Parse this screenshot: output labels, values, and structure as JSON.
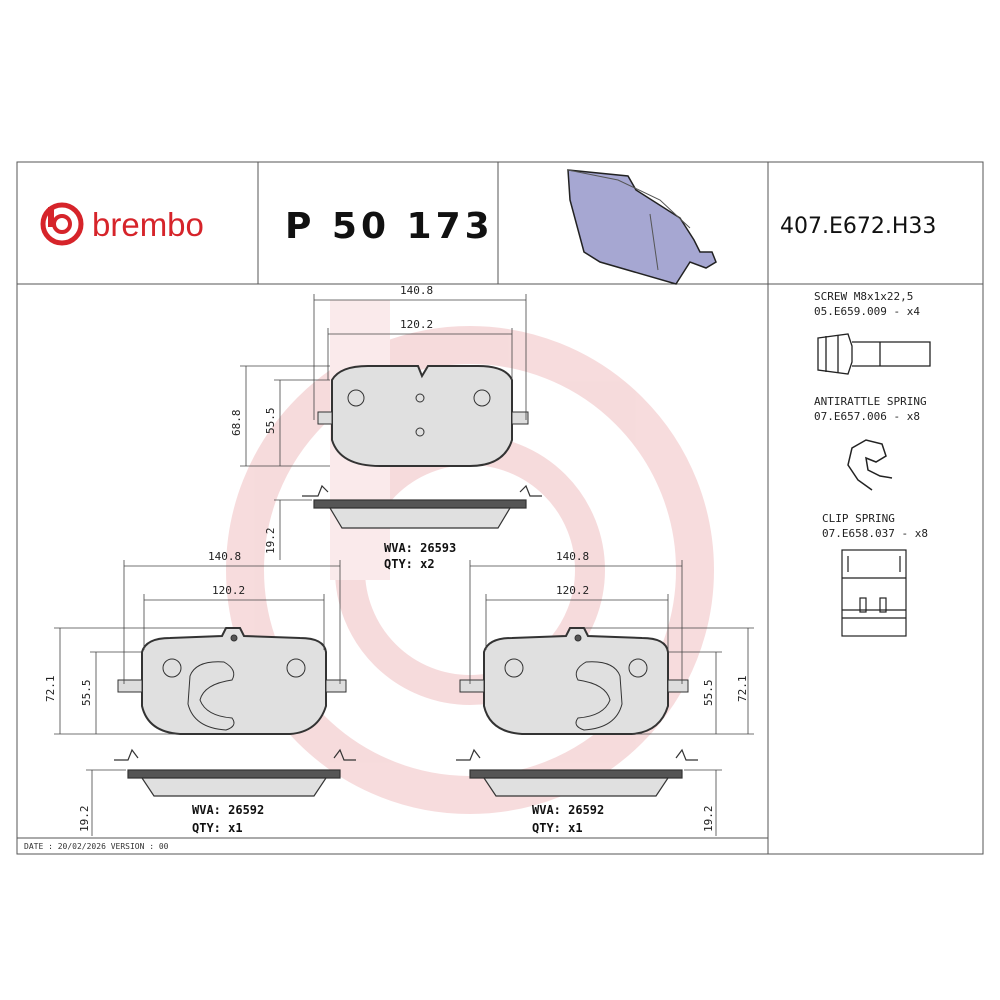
{
  "header": {
    "brand": "brembo",
    "part_number": "P 50 173",
    "reference": "407.E672.H33"
  },
  "colors": {
    "brand_red": "#d6242a",
    "watermark": "#f3c9cb",
    "pad_fill": "#e0e0e0",
    "pad_dark": "#5a5a5a",
    "thumbnail_fill": "#a6a7d2",
    "line": "#333333"
  },
  "drawings": {
    "top": {
      "dim_overall_width": "140.8",
      "dim_friction_width": "120.2",
      "dim_overall_height": "68.8",
      "dim_friction_height": "55.5",
      "dim_thickness": "19.2",
      "wva_label": "WVA: 26593",
      "qty_label": "QTY: x2"
    },
    "left": {
      "dim_overall_width": "140.8",
      "dim_friction_width": "120.2",
      "dim_overall_height": "72.1",
      "dim_friction_height": "55.5",
      "dim_thickness": "19.2",
      "wva_label": "WVA: 26592",
      "qty_label": "QTY: x1"
    },
    "right": {
      "dim_overall_width": "140.8",
      "dim_friction_width": "120.2",
      "dim_overall_height": "72.1",
      "dim_friction_height": "55.5",
      "dim_thickness": "19.2",
      "wva_label": "WVA: 26592",
      "qty_label": "QTY: x1"
    }
  },
  "accessories": [
    {
      "name": "SCREW M8x1x22,5",
      "code": "05.E659.009 - x4",
      "icon": "screw-icon"
    },
    {
      "name": "ANTIRATTLE SPRING",
      "code": "07.E657.006 - x8",
      "icon": "spring-icon"
    },
    {
      "name": "CLIP SPRING",
      "code": "07.E658.037 - x8",
      "icon": "clip-icon"
    }
  ],
  "footer": {
    "date_version": "DATE : 20/02/2026 VERSION : 00"
  }
}
